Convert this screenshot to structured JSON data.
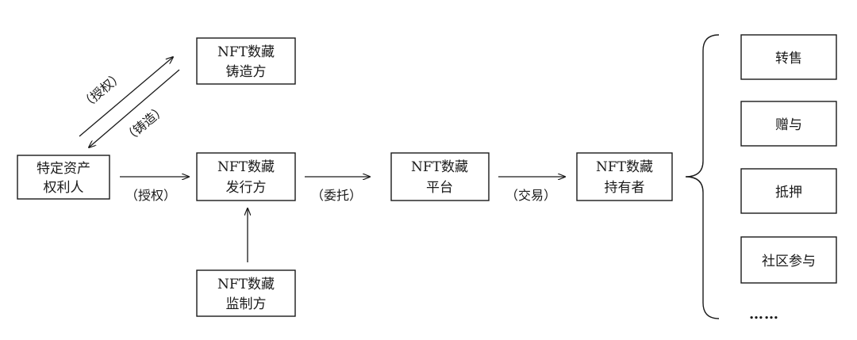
{
  "nodes": {
    "rights_holder": {
      "line1": "特定资产",
      "line2": "权利人"
    },
    "minter": {
      "line1": "NFT数藏",
      "line2": "铸造方"
    },
    "issuer": {
      "line1": "NFT数藏",
      "line2": "发行方"
    },
    "regulator": {
      "line1": "NFT数藏",
      "line2": "监制方"
    },
    "platform": {
      "line1": "NFT数藏",
      "line2": "平台"
    },
    "holder": {
      "line1": "NFT数藏",
      "line2": "持有者"
    }
  },
  "edges": {
    "rights_to_minter": "（授权）",
    "minter_to_rights": "（铸造）",
    "rights_to_issuer": "（授权）",
    "issuer_to_platform": "（委托）",
    "platform_to_holder": "（交易）"
  },
  "uses": {
    "items": [
      "转售",
      "赠与",
      "抵押",
      "社区参与"
    ],
    "more": "……"
  }
}
